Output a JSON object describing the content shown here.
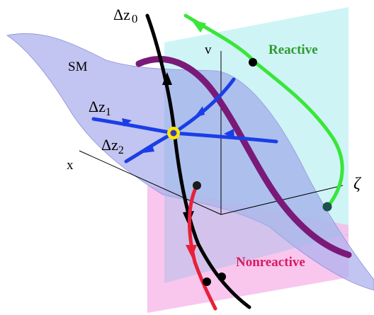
{
  "labels": {
    "dz0": "Δz",
    "dz0_sub": "0",
    "dz1": "Δz",
    "dz1_sub": "1",
    "dz2": "Δz",
    "dz2_sub": "2",
    "sm": "SM",
    "x_axis": "x",
    "v_axis": "v",
    "zeta_axis": "ζ",
    "reactive": "Reactive",
    "nonreactive": "Nonreactive"
  },
  "colors": {
    "reactive_text": "#2e9a2e",
    "nonreactive_text": "#d81b60",
    "reactive_curve": "#39e639",
    "nonreactive_curve": "#e8203a",
    "stable_manifold": "#1a3ee6",
    "central_curve": "#000000",
    "purple_curve": "#7a1a78",
    "saddle_point": "#ffe600",
    "cyan_plane": "#bff0f3",
    "pink_plane": "#f7b8ea",
    "lavender_surface": "#b9b9ee"
  }
}
